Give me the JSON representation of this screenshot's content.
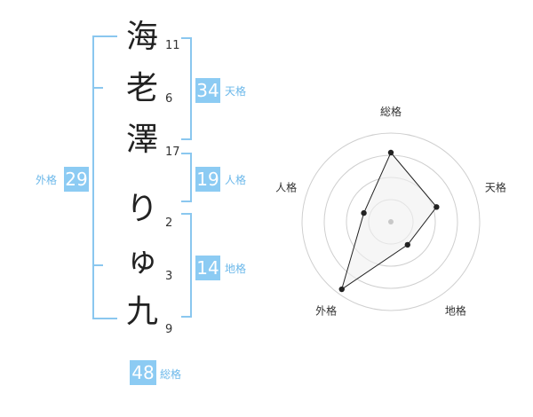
{
  "name_chars": [
    {
      "char": "海",
      "strokes": "11"
    },
    {
      "char": "老",
      "strokes": "6"
    },
    {
      "char": "澤",
      "strokes": "17"
    },
    {
      "char": "り",
      "strokes": "2"
    },
    {
      "char": "ゅ",
      "strokes": "3"
    },
    {
      "char": "九",
      "strokes": "9"
    }
  ],
  "kaku": {
    "tenkaku": {
      "value": "34",
      "label": "天格"
    },
    "jinkaku": {
      "value": "19",
      "label": "人格"
    },
    "chikaku": {
      "value": "14",
      "label": "地格"
    },
    "gaikaku": {
      "value": "29",
      "label": "外格"
    },
    "soukaku": {
      "value": "48",
      "label": "総格"
    }
  },
  "colors": {
    "accent": "#8ccbf3",
    "bracket": "#8ac7ef",
    "label": "#6cb8ea"
  },
  "chart_data": {
    "type": "radar",
    "axes": [
      "総格",
      "天格",
      "地格",
      "外格",
      "人格"
    ],
    "values": [
      0.78,
      0.54,
      0.32,
      0.94,
      0.32
    ],
    "max": 1,
    "rings": 4
  }
}
